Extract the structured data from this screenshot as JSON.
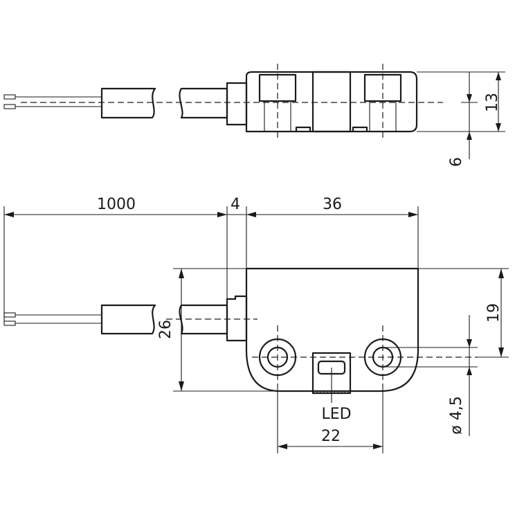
{
  "dimensions": {
    "cable_length": "1000",
    "collar_width": "4",
    "body_width": "36",
    "body_height": "26",
    "hole_offset": "19",
    "hole_spacing": "22",
    "hole_diameter": "ø 4,5",
    "side_height": "13",
    "side_offset": "6"
  },
  "labels": {
    "led": "LED"
  }
}
